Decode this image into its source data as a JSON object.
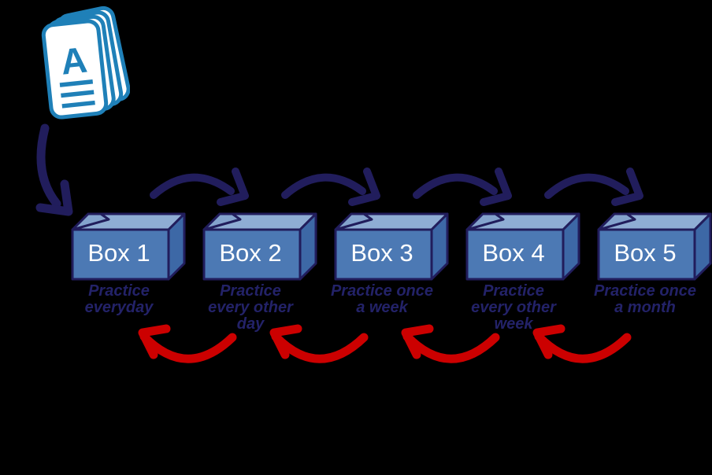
{
  "diagram": {
    "card_stack": {
      "letter": "A"
    },
    "boxes": [
      {
        "label": "Box 1",
        "caption_lines": [
          "Practice",
          "everyday"
        ]
      },
      {
        "label": "Box 2",
        "caption_lines": [
          "Practice",
          "every other",
          "day"
        ]
      },
      {
        "label": "Box 3",
        "caption_lines": [
          "Practice once",
          "a week"
        ]
      },
      {
        "label": "Box 4",
        "caption_lines": [
          "Practice",
          "every other",
          "week"
        ]
      },
      {
        "label": "Box 5",
        "caption_lines": [
          "Practice once",
          "a month"
        ]
      }
    ]
  },
  "icons": {
    "flashcard_stack": "flashcard-stack-icon",
    "intro_arrow": "curved-arrow-down-right-icon",
    "forward_arrow": "curved-arrow-forward-icon",
    "back_arrow": "curved-arrow-back-icon",
    "box": "open-3d-box-icon"
  },
  "colors": {
    "background": "#000000",
    "navy": "#211d5c",
    "red": "#cc0000",
    "box-front": "#4c79b4",
    "box-side": "#3d68a6",
    "box-top": "#8fadd4",
    "box-top-shade": "#84a3cd",
    "box-label-text": "#ffffff",
    "caption-text": "#232268",
    "card-blue": "#1f80b8",
    "card-fill": "#ffffff"
  }
}
